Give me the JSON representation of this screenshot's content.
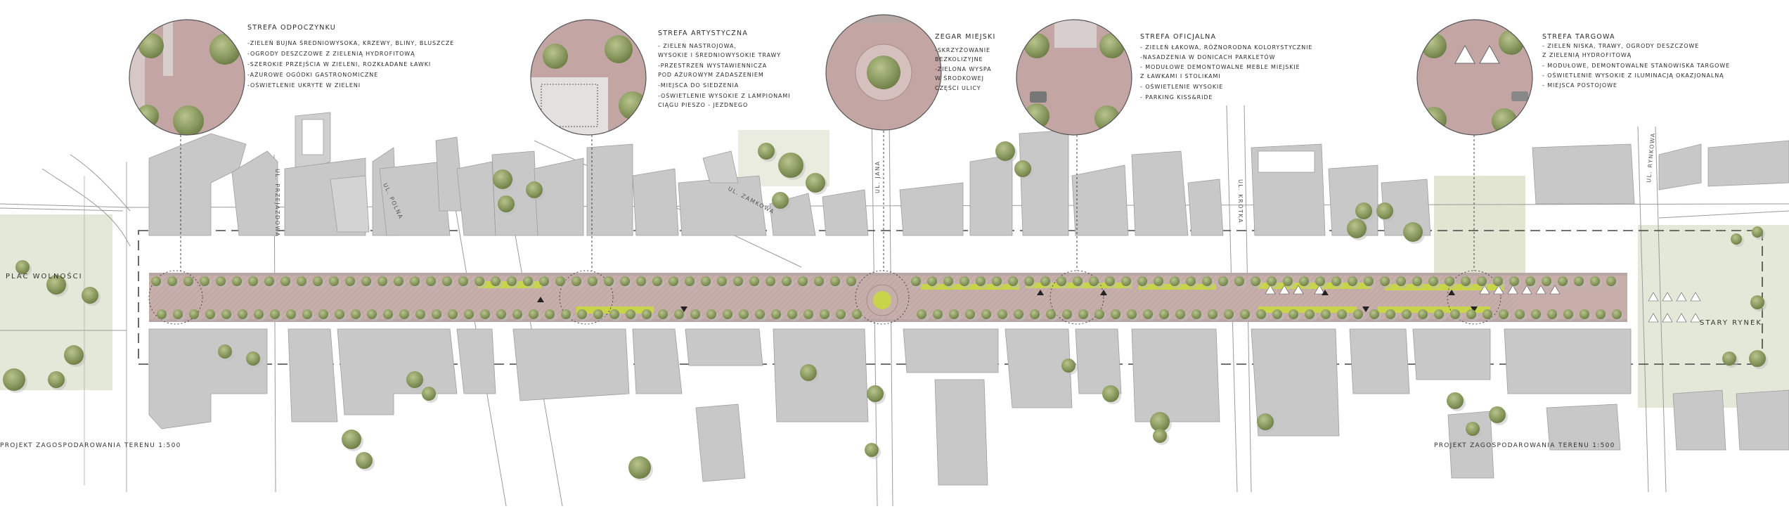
{
  "map": {
    "zones": [
      {
        "id": "odpoczynek",
        "title": "STREFA ODPOCZYNKU",
        "items": [
          "-ZIELEŃ BUJNA ŚREDNIOWYSOKA, KRZEWY, BLINY, BLUSZCZE",
          "-OGRODY DESZCZOWE Z ZIELENIĄ HYDROFITOWĄ",
          "-SZEROKIE PRZEJŚCIA W ZIELENI, ROZKŁADANE ŁAWKI",
          "-AŻUROWE OGÓDKI GASTRONOMICZNE",
          "-OŚWIETLENIE UKRYTE W ZIELENI"
        ]
      },
      {
        "id": "artystyczna",
        "title": "STREFA ARTYSTYCZNA",
        "items": [
          "- ZIELEŃ NASTROJOWA,",
          "WYSOKIE I ŚREDNIOWYSOKIE TRAWY",
          "-PRZESTRZEŃ WYSTAWIENNICZA",
          "POD AŻUROWYM ZADASZENIEM",
          "-MIEJSCA DO SIEDZENIA",
          "-OŚWIETLENIE WYSOKIE Z LAMPIONAMI",
          "CIĄGU PIESZO - JEZDNEGO"
        ]
      },
      {
        "id": "zegar",
        "title": "ZEGAR MIEJSKI",
        "items": [
          "-SKRZYŻOWANIE",
          "BEZKOLIZYJNE",
          "-ZIELONA WYSPA",
          "W ŚRODKOWEJ",
          "CZĘŚCI ULICY"
        ]
      },
      {
        "id": "oficjalna",
        "title": "STREFA OFICJALNA",
        "items": [
          "- ZIELEŃ ŁAKOWA, RÓŻNORODNA KOLORYSTYCZNIE",
          "-NASADZENIA W DONICACH PARKLETÓW",
          "- MODUŁOWE DEMONTOWALNE MEBLE MIEJSKIE",
          "Z ŁAWKAMI I STOLIKAMI",
          "- OŚWIETLENIE WYSOKIE",
          "- PARKING KISS&RIDE"
        ]
      },
      {
        "id": "targowa",
        "title": "STREFA TARGOWA",
        "items": [
          "- ZIELEŃ NISKA, TRAWY, OGRODY DESZCZOWE",
          "Z ZIELENIĄ HYDROFITOWĄ",
          "- MODUŁOWE, DEMONTOWALNE STANOWISKA TARGOWE",
          "- OŚWIETLENIE WYSOKIE Z ILUMINACJĄ OKAZJONALNĄ",
          "- MIEJSCA POSTOJOWE"
        ]
      }
    ],
    "streets": {
      "s1": "UL. PRZEJAZDOWA",
      "s2": "UL. POLNA",
      "s3": "UL. ZAMKOWA",
      "s4": "UL. JANA",
      "s5": "UL. KRÓTKA",
      "s6": "UL. RYNKOWA"
    },
    "places": {
      "plac": "PLAC WOLNOŚCI",
      "rynek": "STARY RYNEK"
    },
    "project_label_left": "PROJEKT ZAGOSPODAROWANIA TERENU 1:500",
    "project_label_right": "PROJEKT ZAGOSPODAROWANIA TERENU 1:500",
    "colors": {
      "building": "#c9c9c9",
      "grass_field": "#e2e6d6",
      "tree": "#98a872",
      "street_paving": "#c3a9a6",
      "grass_strip": "#c8d44a"
    }
  }
}
